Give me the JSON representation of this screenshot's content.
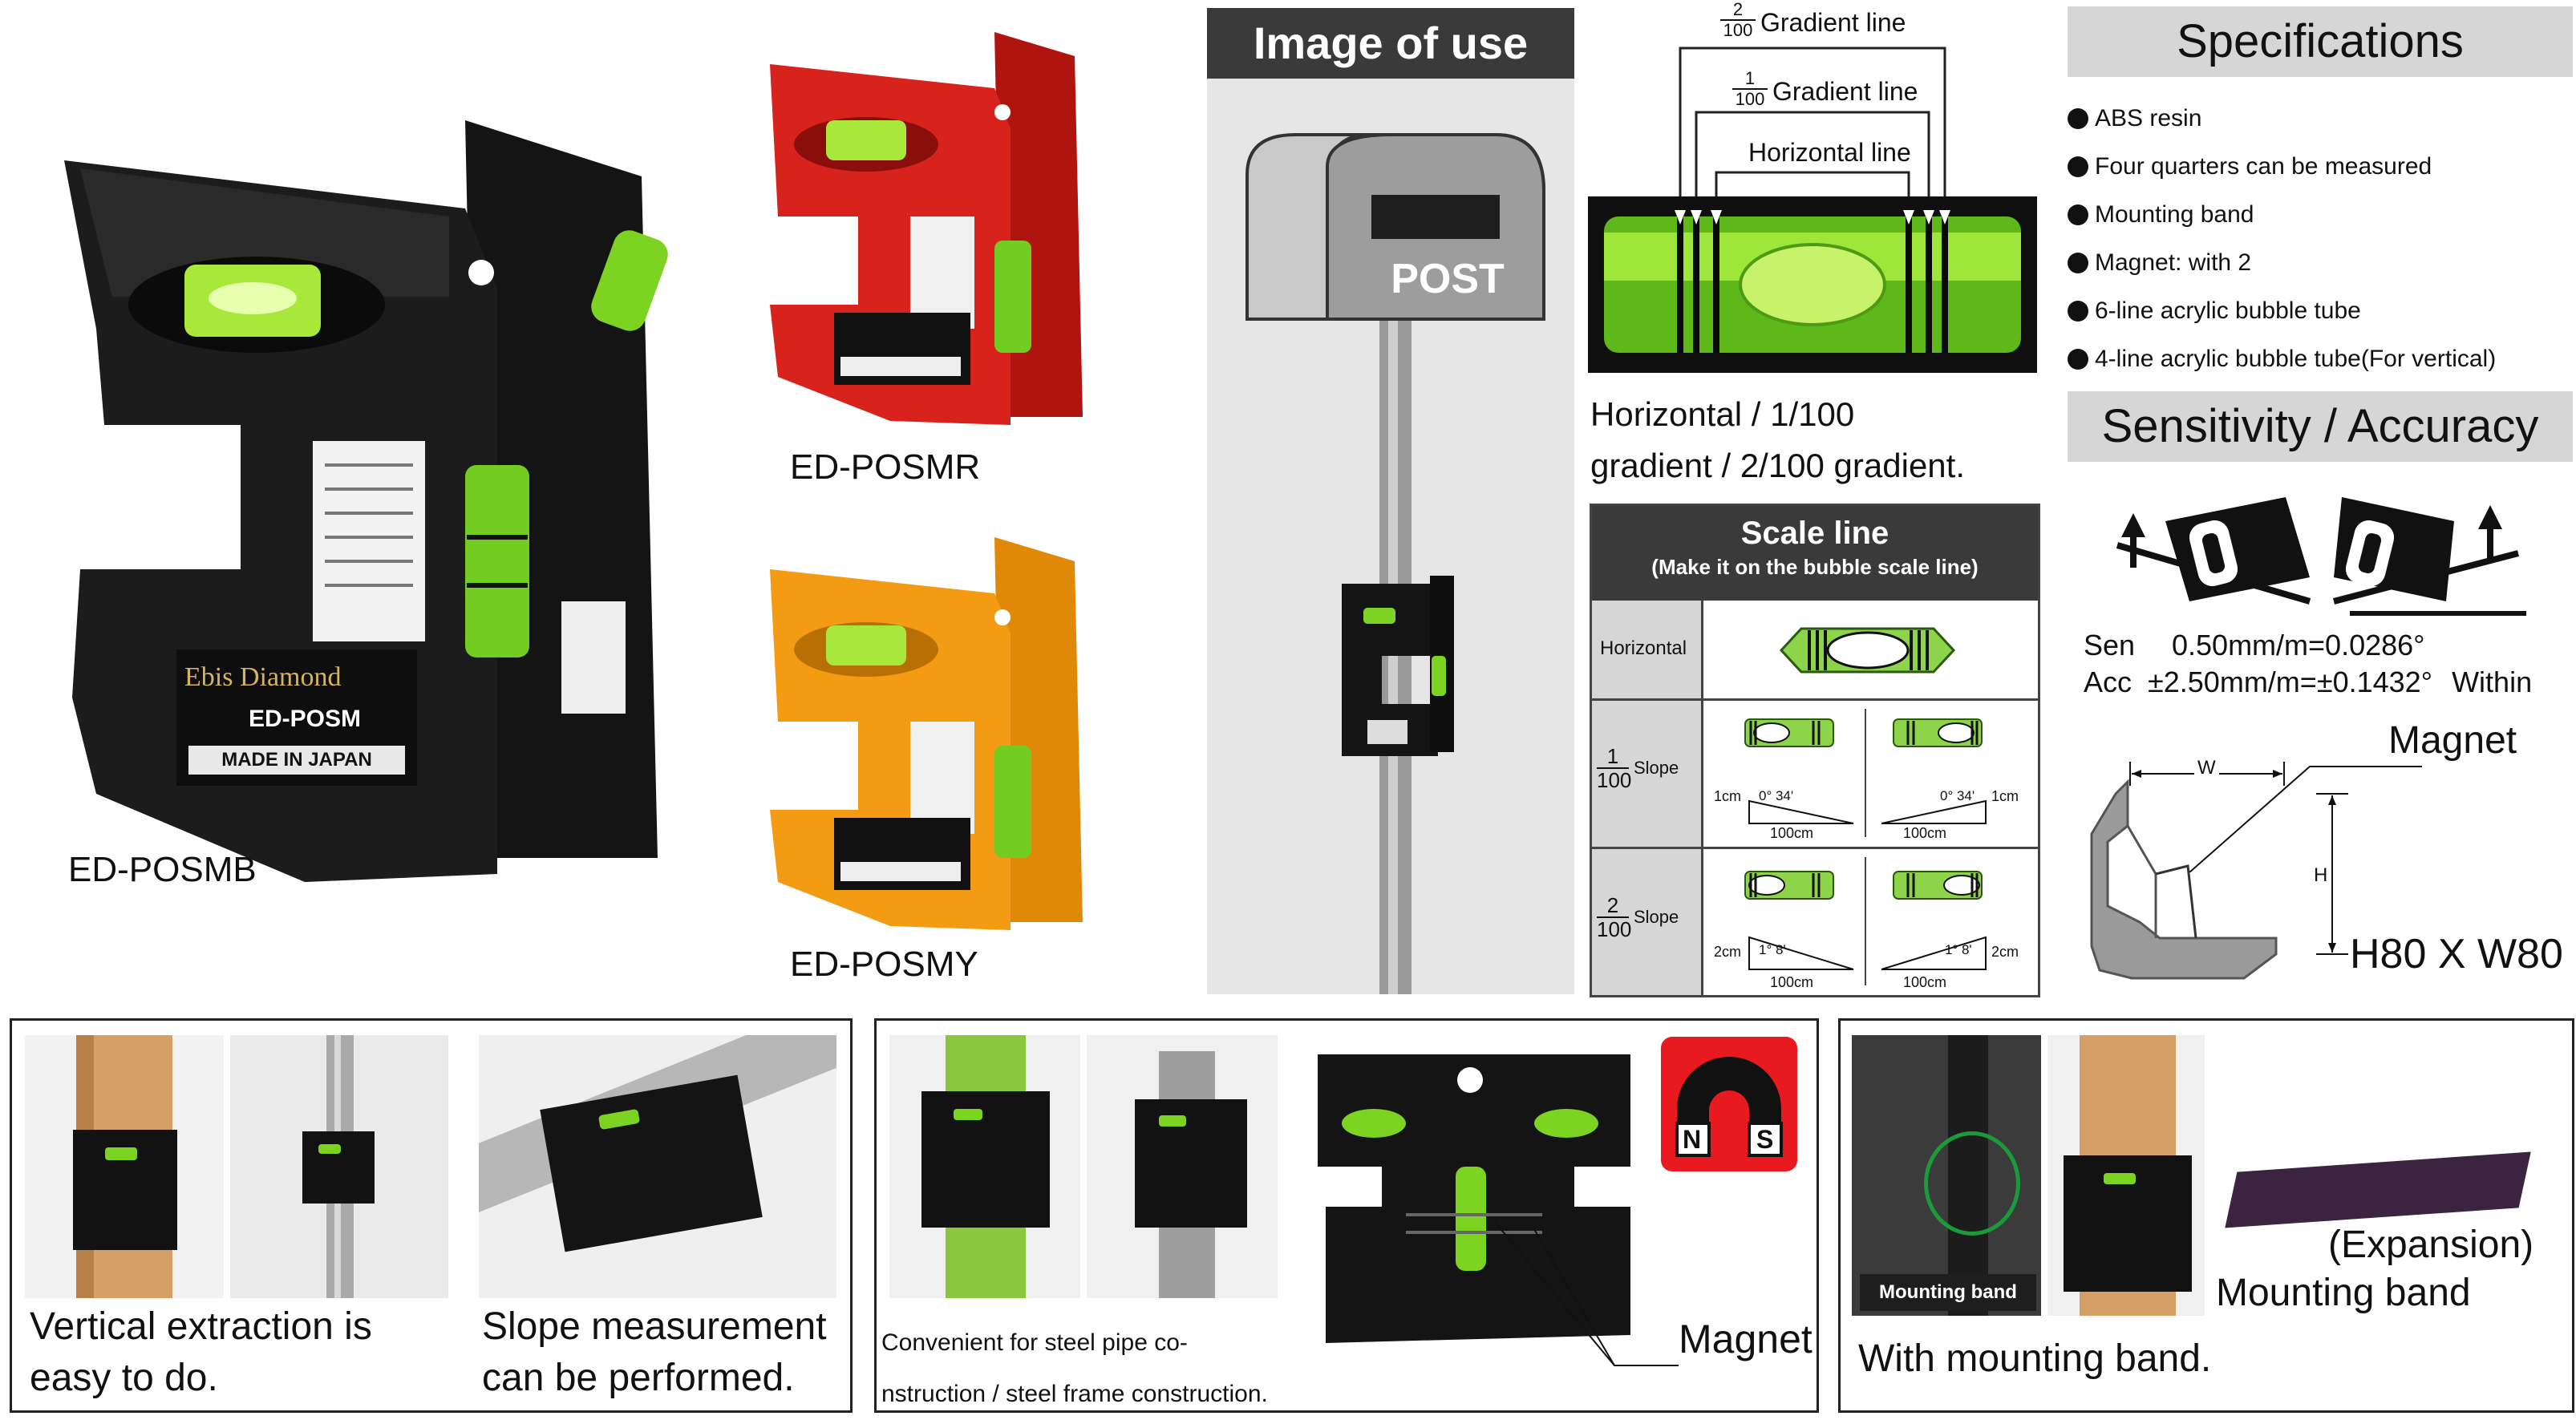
{
  "products": {
    "black": "ED-POSMB",
    "red": "ED-POSMR",
    "yellow": "ED-POSMY"
  },
  "product_print": {
    "brand": "Ebis Diamond",
    "model": "ED-POSM",
    "made_in": "MADE IN JAPAN"
  },
  "usage": {
    "title": "Image of use",
    "mailbox_text": "POST"
  },
  "bubble": {
    "gradient2_num": "2",
    "gradient2_den": "100",
    "gradient2_label": "Gradient line",
    "gradient1_num": "1",
    "gradient1_den": "100",
    "gradient1_label": "Gradient line",
    "horizontal_label": "Horizontal line",
    "caption_line1": "Horizontal / 1/100",
    "caption_line2": "gradient / 2/100 gradient."
  },
  "scale": {
    "title": "Scale line",
    "subtitle": "(Make it on the bubble scale line)",
    "horizontal": "Horizontal",
    "slope": "Slope",
    "slope1_num": "1",
    "slope1_den": "100",
    "slope2_num": "2",
    "slope2_den": "100",
    "slope1_left_h": "1cm",
    "slope1_right_h": "1cm",
    "slope1_angle": "0° 34'",
    "slope2_left_h": "2cm",
    "slope2_right_h": "2cm",
    "slope2_angle": "1° 8'",
    "base": "100cm"
  },
  "specs": {
    "title": "Specifications",
    "items": [
      "ABS resin",
      "Four quarters can be measured",
      "Mounting band",
      "Magnet: with 2",
      "6-line acrylic bubble tube",
      "4-line acrylic bubble tube(For vertical)"
    ]
  },
  "sensitivity": {
    "title": "Sensitivity / Accuracy",
    "sen_label": "Sen",
    "sen_value": "0.50mm/m=0.0286°",
    "acc_label": "Acc",
    "acc_value": "±2.50mm/m=±0.1432°",
    "acc_suffix": "Within",
    "magnet_label": "Magnet",
    "w_label": "W",
    "h_label": "H",
    "dimension": "H80 X W80"
  },
  "bottom": {
    "vertical_caption_1": "Vertical extraction is",
    "vertical_caption_2": "easy to do.",
    "slope_caption_1": "Slope measurement",
    "slope_caption_2": "can be performed.",
    "steel_caption_1": "Convenient for steel pipe co-",
    "steel_caption_2": "nstruction / steel frame construction.",
    "magnet_label": "Magnet",
    "magnet_n": "N",
    "magnet_s": "S",
    "mounting_band_tag": "Mounting band",
    "expansion": "(Expansion)",
    "mounting_band": "Mounting band",
    "with_band": "With mounting band."
  },
  "colors": {
    "black_level": "#1a1a1a",
    "red_level": "#d8231c",
    "yellow_level": "#f39b12",
    "bubble_green": "#7cd321",
    "panel_dark": "#3a3a3a",
    "panel_grey": "#d6d6d6"
  }
}
